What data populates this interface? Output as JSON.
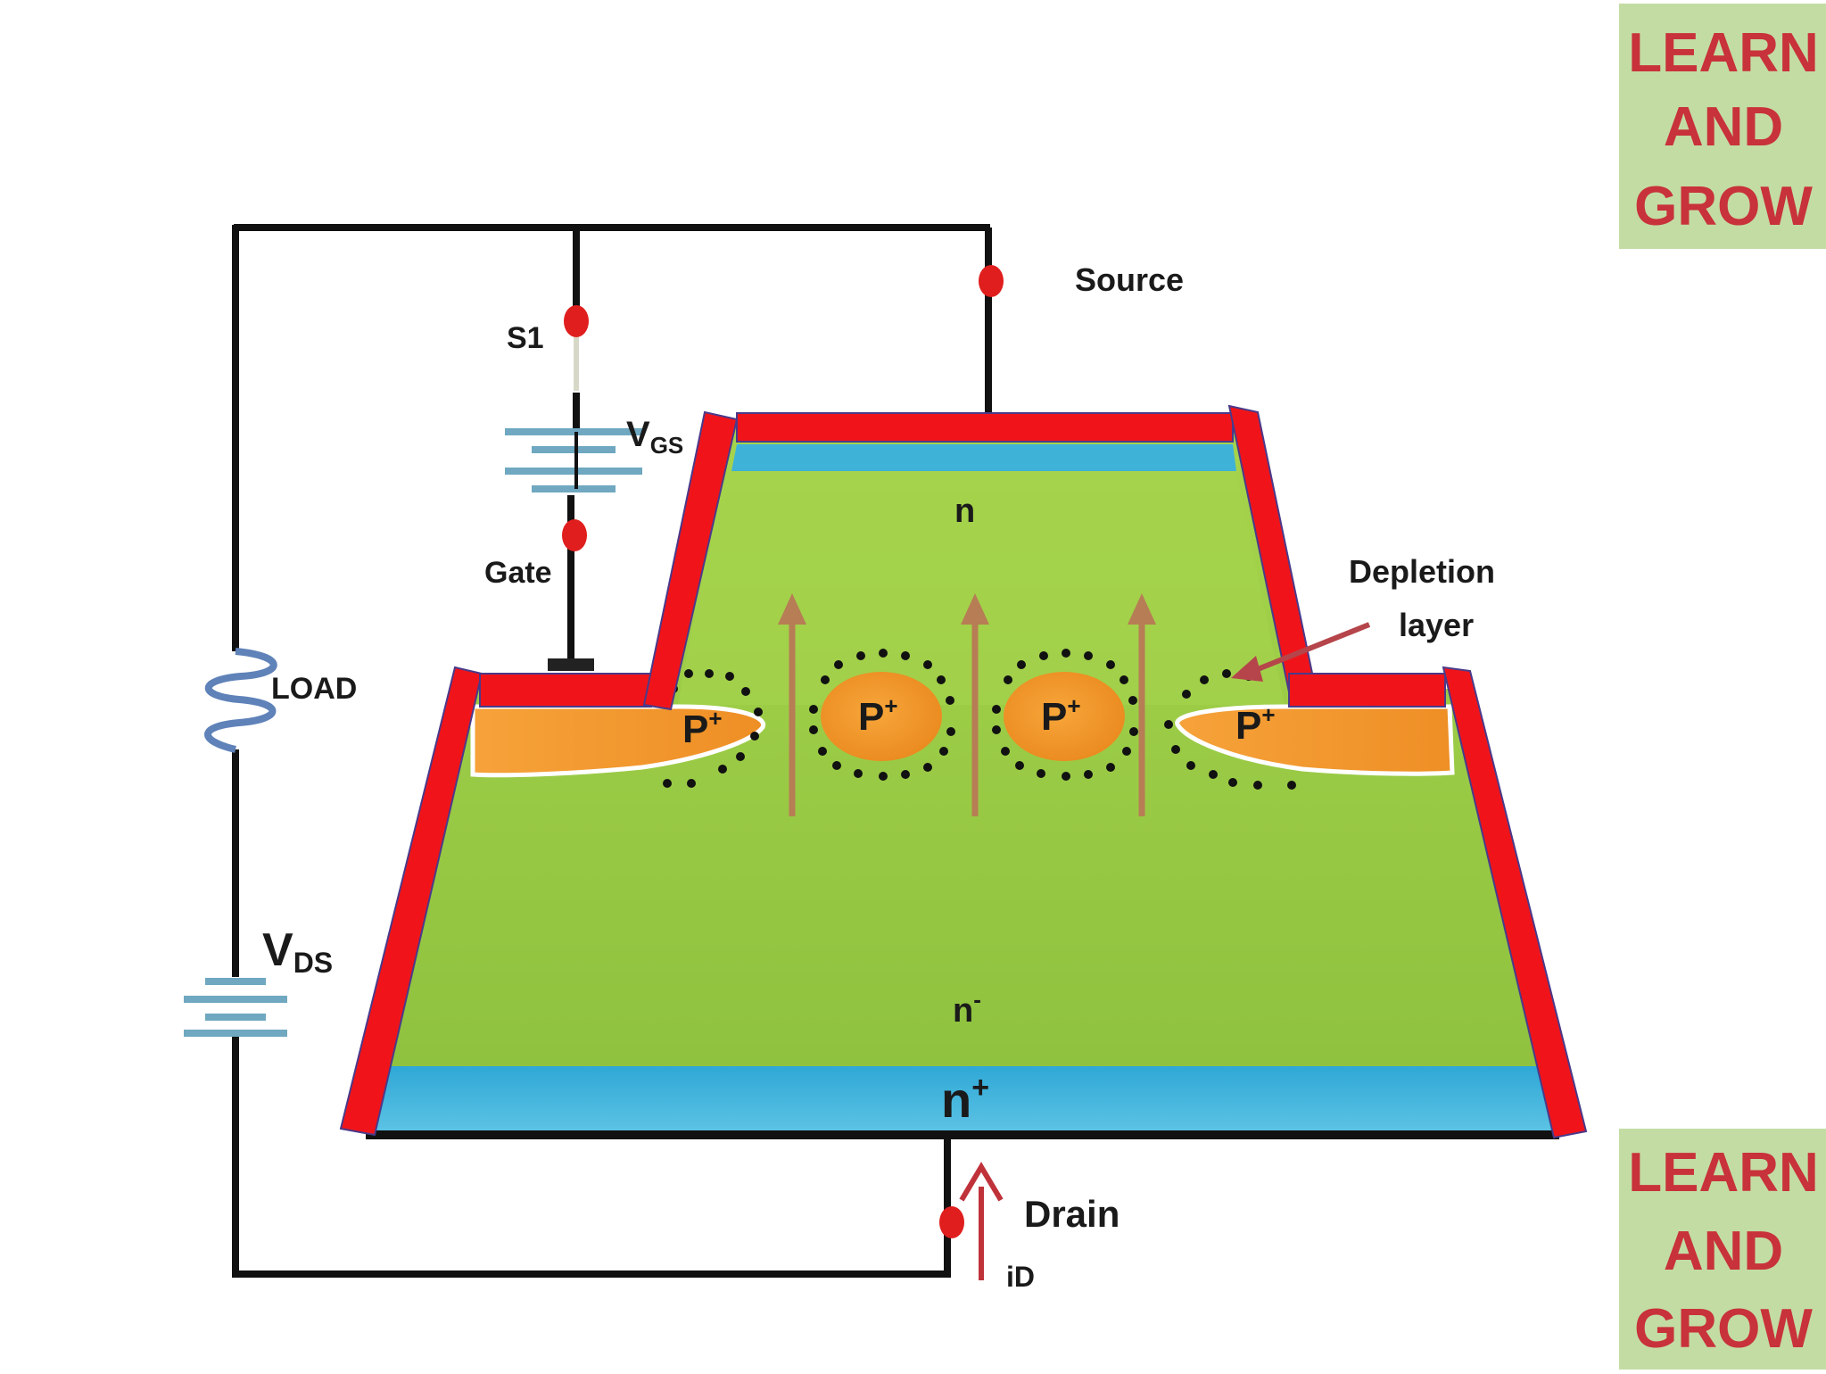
{
  "labels": {
    "source": "Source",
    "s1": "S1",
    "vgs_main": "V",
    "vgs_sub": "GS",
    "gate": "Gate",
    "load": "LOAD",
    "vds_main": "V",
    "vds_sub": "DS",
    "depletion_line1": "Depletion",
    "depletion_line2": "layer",
    "n_top": "n",
    "n_minus": "n",
    "n_minus_sup": "-",
    "n_plus": "n",
    "n_plus_sup": "+",
    "p_plus": "P",
    "p_plus_sup": "+",
    "drain": "Drain",
    "id": "iD"
  },
  "watermark": {
    "line1": "LEARN",
    "line2": "AND",
    "line3": "GROW"
  },
  "colors": {
    "wire": "#111111",
    "contact_red": "#f0141a",
    "terminal_red": "#e01e1e",
    "green_body": "#9acd45",
    "blue_layer": "#3fb2d8",
    "p_region": "#f39a2a",
    "arrow_brown": "#b77d55",
    "battery_blue": "#6fa8c0",
    "watermark_bg": "#c3dca4",
    "watermark_text": "#c8323a"
  }
}
